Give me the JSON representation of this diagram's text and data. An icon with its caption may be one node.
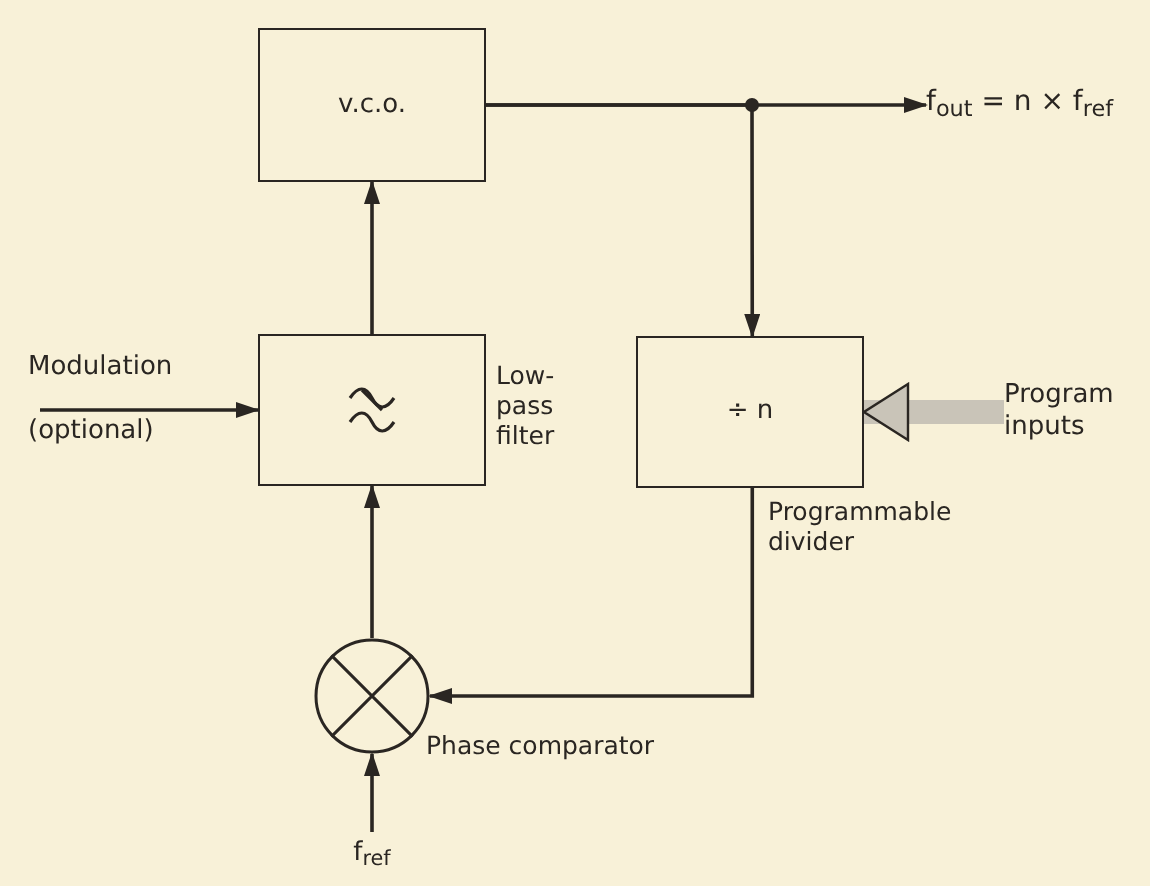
{
  "diagram": {
    "nodes": [
      {
        "text": [
          "v.c.o."
        ]
      },
      {
        "text": [],
        "shape": "box",
        "beside": [
          "Low-pass filter"
        ]
      },
      {
        "text": [
          "÷ n"
        ],
        "beside": [
          "Programmable divider"
        ]
      },
      {
        "text": [],
        "shape": "circle",
        "beside": [
          "Phase comparator"
        ]
      },
      {
        "text": [
          "f$_{out}$ = n × f$_{ref}$"
        ]
      },
      {
        "text": [
          "Modulation",
          "(optional)"
        ]
      },
      {
        "text": [
          "Program inputs"
        ]
      },
      {
        "text": [
          "f$_{ref}$"
        ]
      }
    ],
    "edges": [
      {
        "from": 0,
        "to": 4,
        "arrow": "to"
      },
      {
        "from": 0,
        "to": 2,
        "arrow": "to"
      },
      {
        "from": 1,
        "to": 0,
        "arrow": "to"
      },
      {
        "from": 5,
        "to": 1,
        "arrow": "to"
      },
      {
        "from": 6,
        "to": 2,
        "arrow": "to",
        "style": "thick",
        "color": "#c9c4b8"
      },
      {
        "from": 2,
        "to": 3,
        "arrow": "to"
      },
      {
        "from": 3,
        "to": 1,
        "arrow": "to"
      },
      {
        "from": 7,
        "to": 3,
        "arrow": "to"
      }
    ]
  }
}
